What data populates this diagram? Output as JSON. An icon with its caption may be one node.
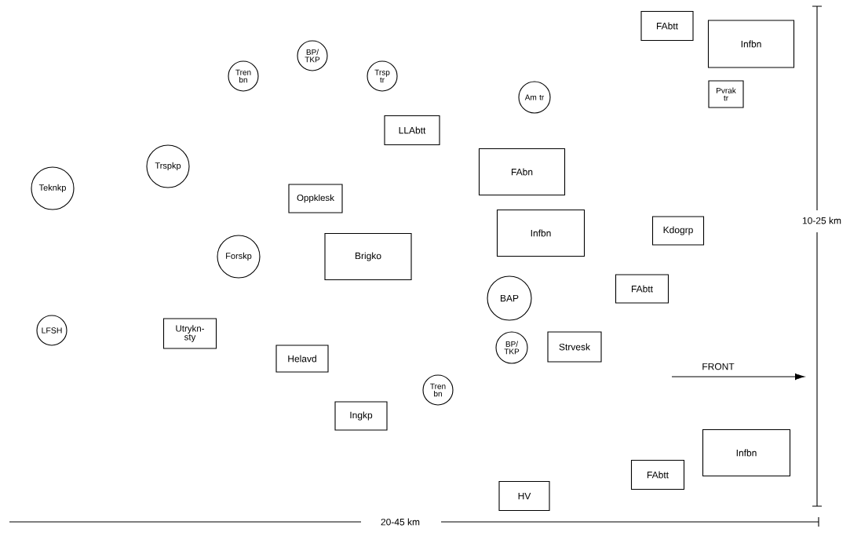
{
  "diagram": {
    "nodes": [
      {
        "text": [
          "FAbtt"
        ]
      },
      {
        "text": [
          "Infbn"
        ]
      },
      {
        "text": [
          "Tren bn"
        ]
      },
      {
        "text": [
          "BP/ TKP"
        ]
      },
      {
        "text": [
          "Trsp tr"
        ]
      },
      {
        "text": [
          "Am tr"
        ]
      },
      {
        "text": [
          "Pvrak tr"
        ]
      },
      {
        "text": [
          "LLAbtt"
        ]
      },
      {
        "text": [
          "Trspkp"
        ]
      },
      {
        "text": [
          "FAbn"
        ]
      },
      {
        "text": [
          "Teknkp"
        ]
      },
      {
        "text": [
          "Oppklesk"
        ]
      },
      {
        "text": [
          "Infbn"
        ]
      },
      {
        "text": [
          "Kdogrp"
        ]
      },
      {
        "text": [
          "Forskp"
        ]
      },
      {
        "text": [
          "Brigko"
        ]
      },
      {
        "text": [
          "BAP"
        ]
      },
      {
        "text": [
          "FAbtt"
        ]
      },
      {
        "text": [
          "LFSH"
        ]
      },
      {
        "text": [
          "Utrykn- sty"
        ]
      },
      {
        "text": [
          "BP/ TKP"
        ]
      },
      {
        "text": [
          "Strvesk"
        ]
      },
      {
        "text": [
          "Helavd"
        ]
      },
      {
        "text": [
          "Tren bn"
        ]
      },
      {
        "text": [
          "Ingkp"
        ]
      },
      {
        "text": [
          "Infbn"
        ]
      },
      {
        "text": [
          "FAbtt"
        ]
      },
      {
        "text": [
          "HV"
        ]
      }
    ],
    "labels": [
      "10-25 km",
      "FRONT",
      "20-45 km"
    ]
  }
}
